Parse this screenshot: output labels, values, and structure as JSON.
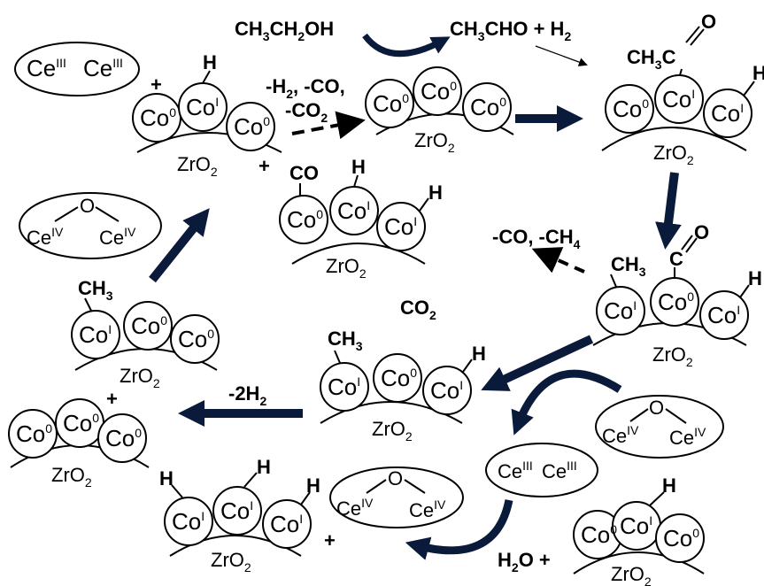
{
  "sites": {
    "co": "Co",
    "ox0": "0",
    "oxI": "I"
  },
  "support": {
    "base": "ZrO",
    "sub": "2"
  },
  "ceria": {
    "ce": "Ce",
    "ox3": "III",
    "ox4": "IV",
    "o": "O"
  },
  "adsorbates": {
    "h": "H",
    "co": "CO",
    "ch3": "CH",
    "ch3_sub": "3",
    "ch3c": "CH",
    "ch3c_sub": "3",
    "ch3c_c": "C",
    "o": "O",
    "c": "C"
  },
  "labels": {
    "ethanol_a": "CH",
    "ethanol_a_sub": "3",
    "ethanol_b": "CH",
    "ethanol_b_sub": "2",
    "ethanol_c": "OH",
    "acet_a": "CH",
    "acet_a_sub": "3",
    "acet_b": "CHO + H",
    "acet_b_sub": "2",
    "loss1_line1": "-H",
    "loss1_line1_sub": "2",
    "loss1_line1_rest": ", -CO,",
    "loss1_line2": "-CO",
    "loss1_line2_sub": "2",
    "loss2": "-CO, -CH",
    "loss2_sub": "4",
    "co2": "CO",
    "co2_sub": "2",
    "h2loss": "-2H",
    "h2loss_sub": "2",
    "water": "H",
    "water_sub": "2",
    "water_rest": "O +",
    "plus": "+"
  }
}
